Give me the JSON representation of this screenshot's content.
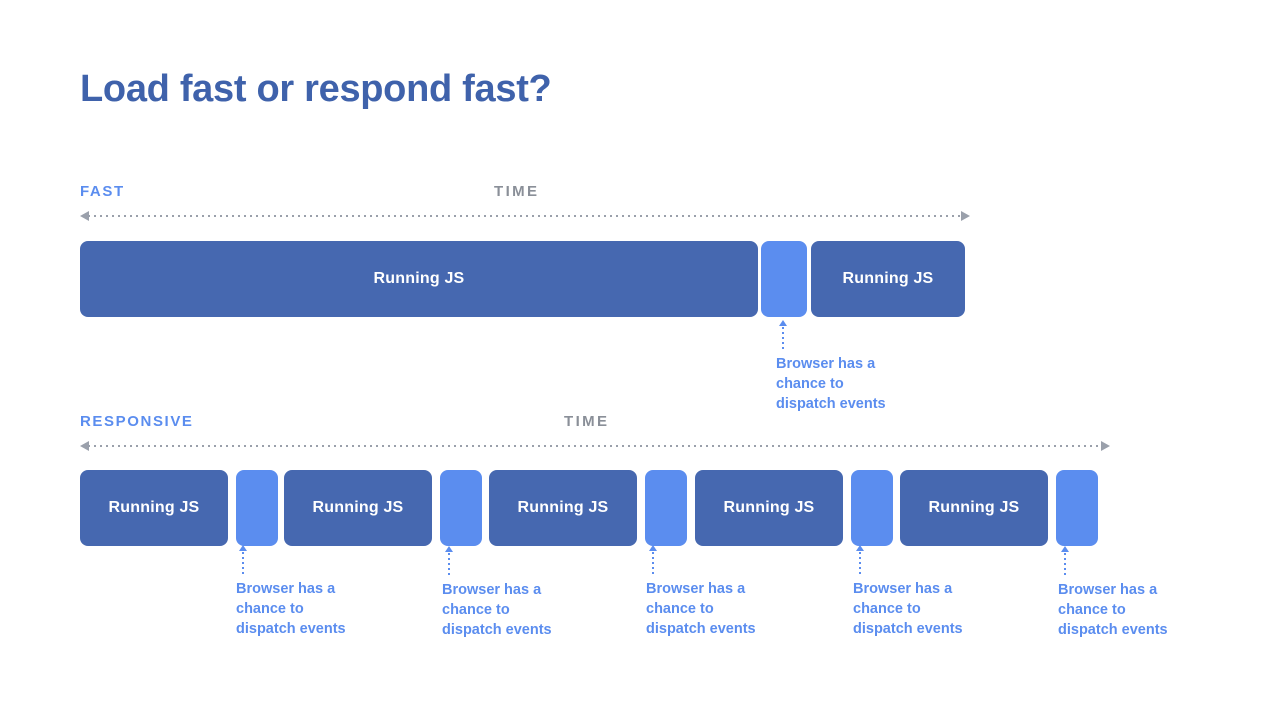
{
  "slide": {
    "title": "Load fast or respond fast?",
    "background_color": "#ffffff",
    "colors": {
      "title_blue": "#3f62ab",
      "js_block_blue": "#4668b0",
      "gap_block_blue": "#5b8def",
      "label_gray": "#8a8f98",
      "axis_line_gray": "#9aa0ab"
    }
  },
  "callout_text": "Browser has a\nchance to\ndispatch events",
  "timelines": [
    {
      "id": "fast",
      "label": "FAST",
      "axis_label": "TIME",
      "axis_arrow": "double-headed-dotted",
      "blocks": [
        {
          "type": "js",
          "label": "Running JS"
        },
        {
          "type": "gap",
          "label": ""
        },
        {
          "type": "js",
          "label": "Running JS"
        }
      ],
      "callouts": 1
    },
    {
      "id": "responsive",
      "label": "RESPONSIVE",
      "axis_label": "TIME",
      "axis_arrow": "double-headed-dotted",
      "blocks": [
        {
          "type": "js",
          "label": "Running JS"
        },
        {
          "type": "gap",
          "label": ""
        },
        {
          "type": "js",
          "label": "Running JS"
        },
        {
          "type": "gap",
          "label": ""
        },
        {
          "type": "js",
          "label": "Running JS"
        },
        {
          "type": "gap",
          "label": ""
        },
        {
          "type": "js",
          "label": "Running JS"
        },
        {
          "type": "gap",
          "label": ""
        },
        {
          "type": "js",
          "label": "Running JS"
        },
        {
          "type": "gap",
          "label": ""
        }
      ],
      "callouts": 5
    }
  ]
}
